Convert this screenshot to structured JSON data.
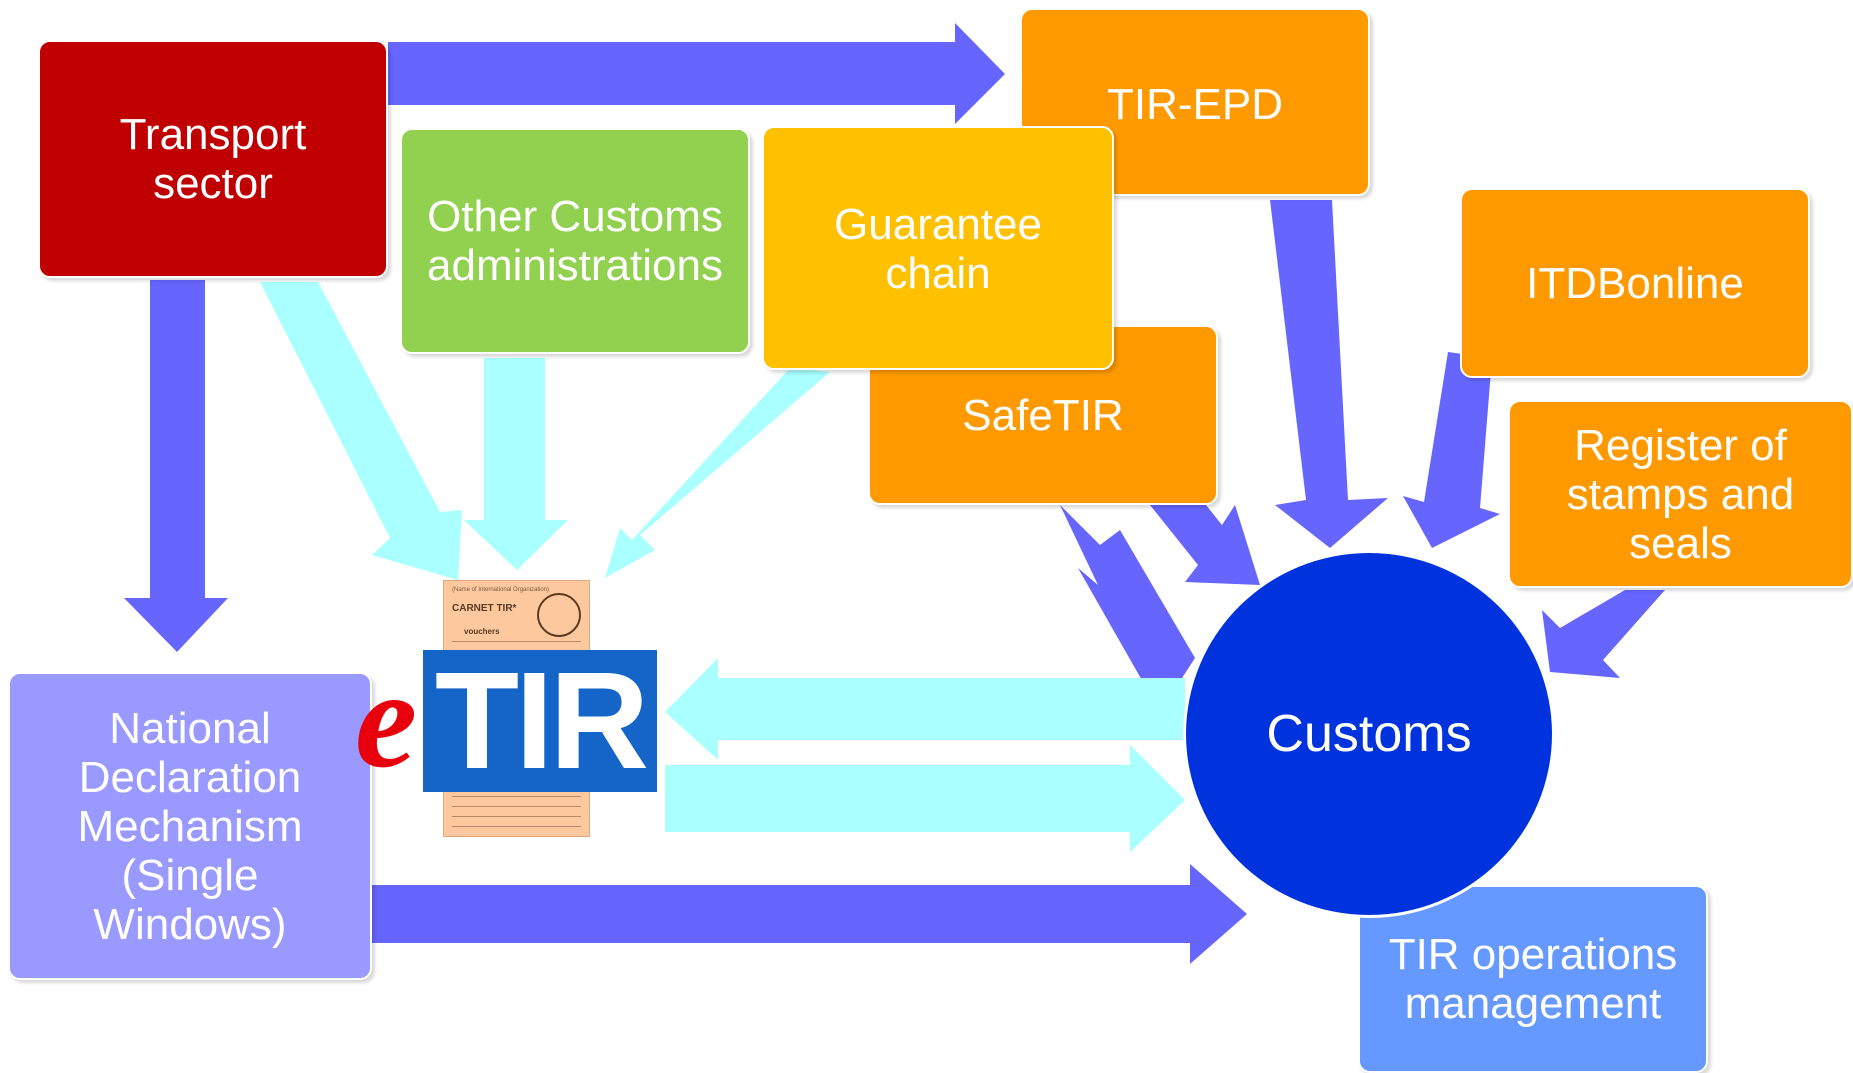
{
  "nodes": {
    "transport_sector": "Transport\nsector",
    "other_customs": "Other Customs\nadministrations",
    "guarantee_chain": "Guarantee\nchain",
    "tir_epd": "TIR-EPD",
    "itdb_online": "ITDBonline",
    "safetir": "SafeTIR",
    "register": "Register of\nstamps and\nseals",
    "national_declaration": "National\nDeclaration\nMechanism\n(Single\nWindows)",
    "customs": "Customs",
    "tir_operations": "TIR operations\nmanagement"
  },
  "logo": {
    "e": "e",
    "tir": "TIR",
    "carnet_header": "(Name of International Organization)",
    "carnet_title": "CARNET TIR*",
    "carnet_vouchers": "vouchers"
  },
  "colors": {
    "transport_sector": "#c00000",
    "other_customs": "#92d050",
    "guarantee_chain": "#ffc000",
    "orange": "#ff9900",
    "national_declaration": "#9999ff",
    "customs": "#0033dd",
    "tir_operations": "#6699ff",
    "arrow_dark": "#6666ff",
    "arrow_light": "#aaffff"
  }
}
